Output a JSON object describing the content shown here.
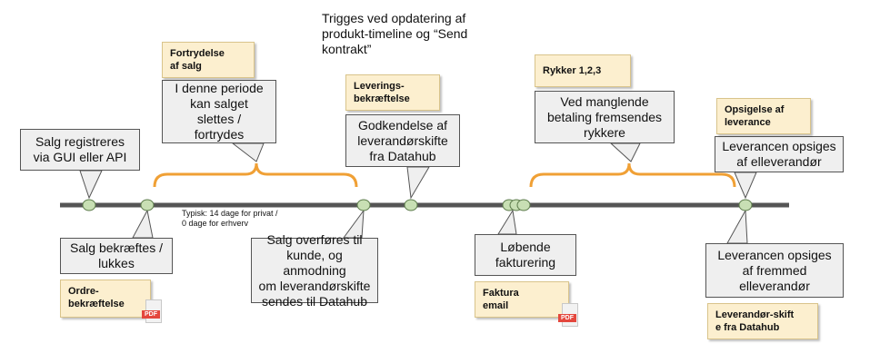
{
  "header_note": [
    "Trigges ved opdatering af",
    "produkt-timeline og “Send",
    "kontrakt”"
  ],
  "callouts": {
    "salg_registreres": [
      "Salg registreres",
      "via GUI eller API"
    ],
    "salg_bekraeftes": [
      "Salg bekræftes /",
      "lukkes"
    ],
    "periode": [
      "I denne periode",
      "kan salget",
      "slettes /",
      "fortrydes"
    ],
    "salg_overfoeres": [
      "Salg overføres til",
      "kunde, og anmodning",
      "om leverandørskifte",
      "sendes til Datahub"
    ],
    "godkendelse": [
      "Godkendelse af",
      "leverandørskifte",
      "fra Datahub"
    ],
    "loebende": [
      "Løbende",
      "fakturering"
    ],
    "manglende_betaling": [
      "Ved manglende",
      "betaling fremsendes",
      "rykkere"
    ],
    "opsiges_el": [
      "Leverancen opsiges",
      "af elleverandør"
    ],
    "opsiges_fremmed": [
      "Leverancen opsiges",
      "af fremmed",
      "elleverandør"
    ]
  },
  "tags": {
    "fortrydelse": [
      "Fortrydelse",
      "af salg"
    ],
    "ordre": [
      "Ordre-",
      "bekræftelse"
    ],
    "levering": [
      "Leverings-",
      "bekræftelse"
    ],
    "faktura": [
      "Faktura",
      "email"
    ],
    "rykker": [
      "Rykker 1,2,3"
    ],
    "opsigelse": [
      "Opsigelse af",
      "leverance"
    ],
    "leverandorskift": [
      "Leverandør-skift",
      "e fra Datahub"
    ]
  },
  "period_note": [
    "Typisk: 14 dage for privat /",
    "0 dage for erhverv"
  ],
  "pdf_label": "PDF",
  "colors": {
    "timeline": "#555555",
    "milestone_fill": "#c8dfb4",
    "milestone_stroke": "#5b7a4a",
    "brace": "#f0a035",
    "callout_fill": "#efefef",
    "tag_fill": "#fcefcf"
  },
  "icons": [
    "pdf-icon",
    "pdf-icon"
  ]
}
